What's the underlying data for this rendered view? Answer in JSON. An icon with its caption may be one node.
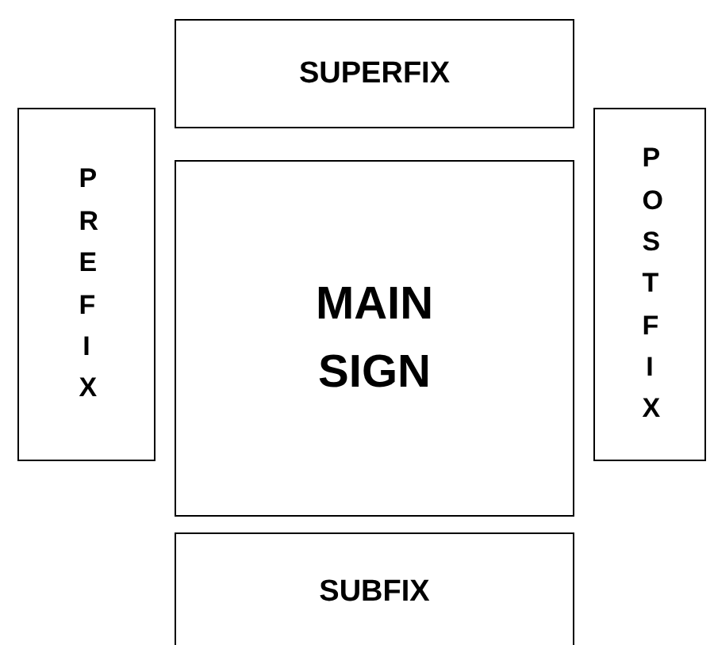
{
  "diagram": {
    "nodes": [
      {
        "text": [
          "SUPERFIX"
        ]
      },
      {
        "text": [
          "PREFIX"
        ]
      },
      {
        "text": [
          "MAIN SIGN"
        ]
      },
      {
        "text": [
          "POSTFIX"
        ]
      },
      {
        "text": [
          "SUBFIX"
        ]
      }
    ],
    "edges": []
  }
}
